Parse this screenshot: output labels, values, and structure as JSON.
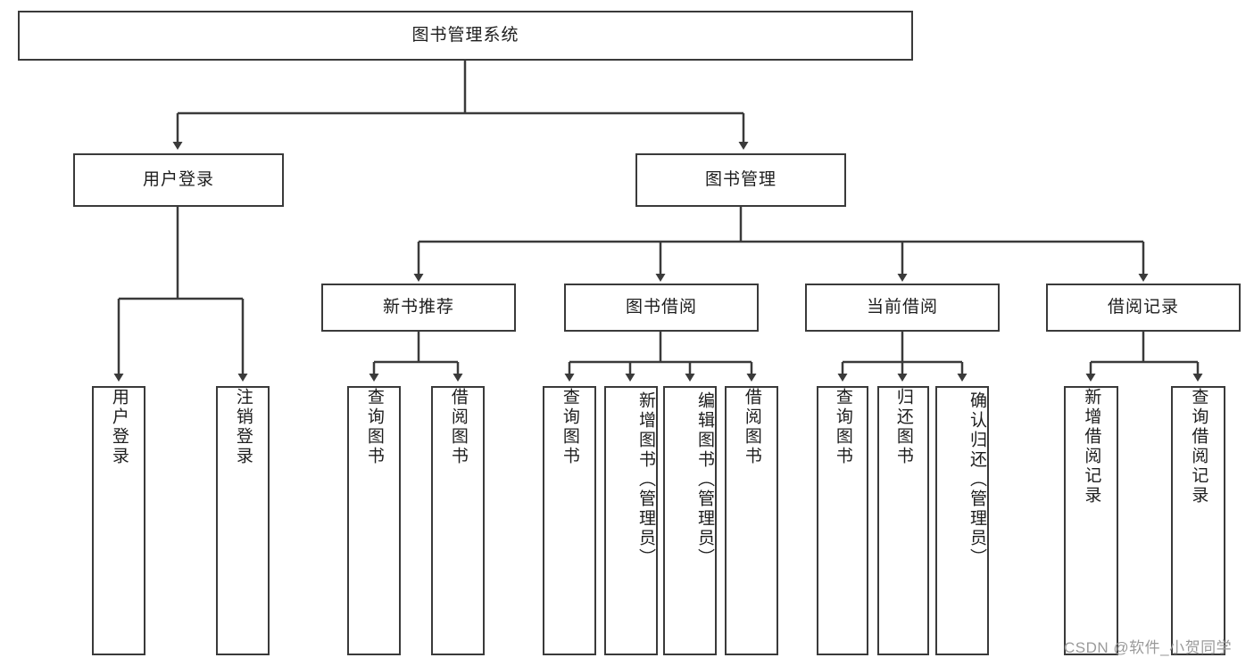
{
  "diagram": {
    "title": "图书管理系统",
    "type": "tree-hierarchy",
    "root": {
      "label": "图书管理系统"
    },
    "level1": [
      {
        "label": "用户登录"
      },
      {
        "label": "图书管理"
      }
    ],
    "level2": [
      {
        "label": "新书推荐"
      },
      {
        "label": "图书借阅"
      },
      {
        "label": "当前借阅"
      },
      {
        "label": "借阅记录"
      }
    ],
    "leaves": {
      "user_login": [
        {
          "label": "用户登录"
        },
        {
          "label": "注销登录"
        }
      ],
      "new_book_recommend": [
        {
          "label": "查询图书"
        },
        {
          "label": "借阅图书"
        }
      ],
      "book_borrow": [
        {
          "label": "查询图书"
        },
        {
          "label": "新增图书（管理员）"
        },
        {
          "label": "编辑图书（管理员）"
        },
        {
          "label": "借阅图书"
        }
      ],
      "current_borrow": [
        {
          "label": "查询图书"
        },
        {
          "label": "归还图书"
        },
        {
          "label": "确认归还（管理员）"
        }
      ],
      "borrow_record": [
        {
          "label": "新增借阅记录"
        },
        {
          "label": "查询借阅记录"
        }
      ]
    }
  },
  "watermark": {
    "text": "CSDN @软件_小贺同学"
  },
  "colors": {
    "stroke": "#3a3a3a",
    "background": "#ffffff",
    "text": "#1d1d1d",
    "watermark": "#9a9a9a"
  }
}
